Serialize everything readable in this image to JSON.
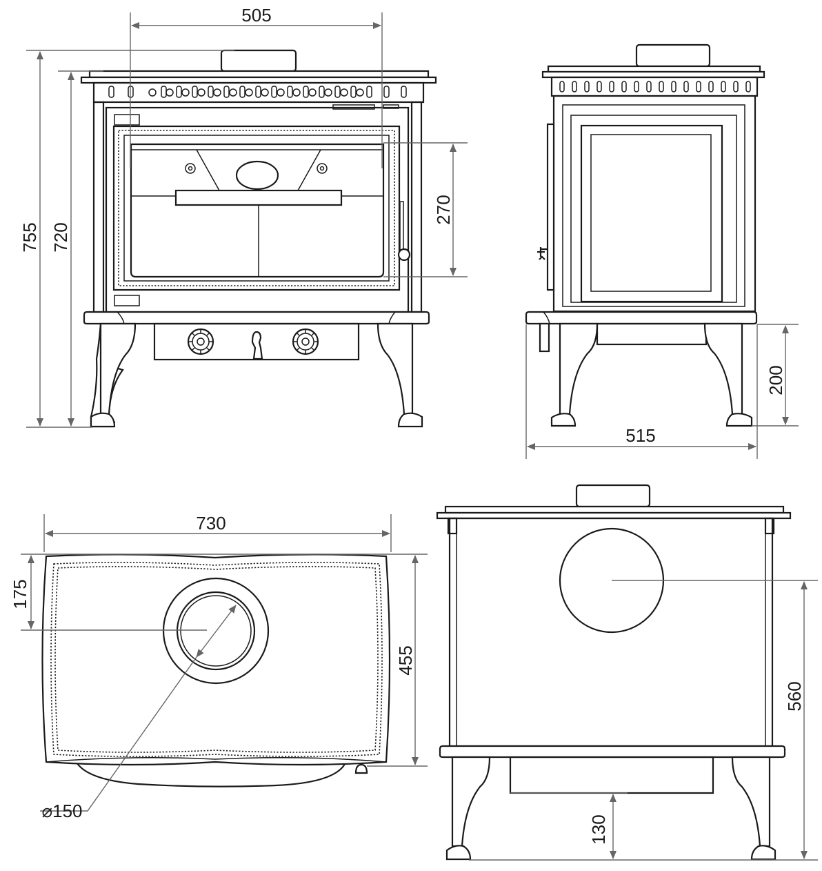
{
  "dimensions": {
    "front_width_flue": "505",
    "total_height": "755",
    "body_height": "720",
    "firebox_height": "270",
    "side_leg_height": "200",
    "side_depth": "515",
    "top_width": "730",
    "top_depth": "455",
    "top_flue_offset": "175",
    "flue_diameter": "⌀150",
    "rear_flue_height": "560",
    "rear_base_height": "130"
  },
  "colors": {
    "line": "#1a1a1a",
    "dimension_line": "#666666",
    "background": "#ffffff"
  }
}
